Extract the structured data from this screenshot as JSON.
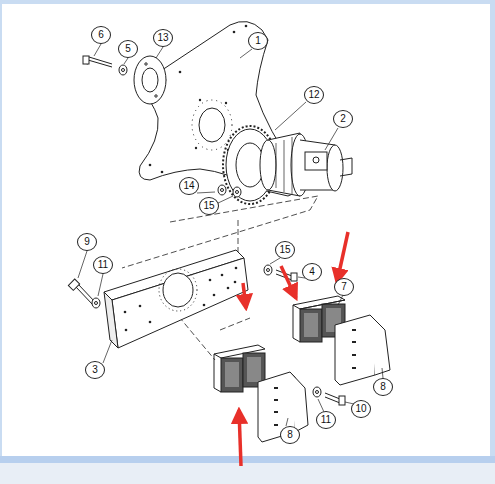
{
  "diagram": {
    "labels": [
      "6",
      "5",
      "13",
      "1",
      "12",
      "2",
      "14",
      "15",
      "9",
      "11",
      "15",
      "4",
      "7",
      "3",
      "8",
      "11",
      "10",
      "8"
    ]
  }
}
